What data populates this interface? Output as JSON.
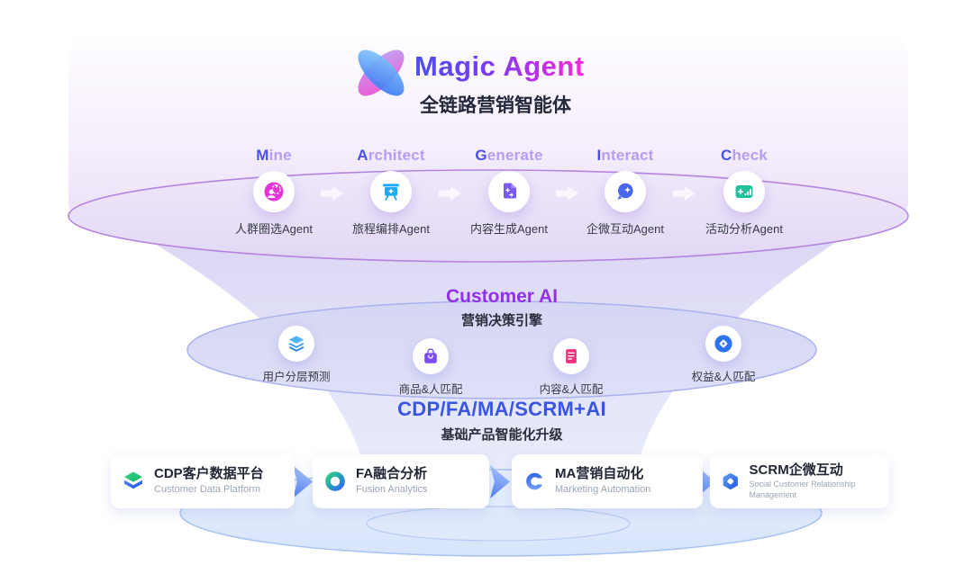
{
  "brand": {
    "title": "Magic Agent",
    "subtitle": "全链路营销智能体"
  },
  "pipeline": {
    "stages": [
      {
        "initial": "M",
        "rest": "ine",
        "agent": "人群圈选Agent"
      },
      {
        "initial": "A",
        "rest": "rchitect",
        "agent": "旅程编排Agent"
      },
      {
        "initial": "G",
        "rest": "enerate",
        "agent": "内容生成Agent"
      },
      {
        "initial": "I",
        "rest": "nteract",
        "agent": "企微互动Agent"
      },
      {
        "initial": "C",
        "rest": "heck",
        "agent": "活动分析Agent"
      }
    ]
  },
  "engine": {
    "title": "Customer AI",
    "subtitle": "营销决策引擎",
    "capabilities": [
      {
        "label": "用户分层预测"
      },
      {
        "label": "商品&人匹配"
      },
      {
        "label": "内容&人匹配"
      },
      {
        "label": "权益&人匹配"
      }
    ]
  },
  "foundation": {
    "title": "CDP/FA/MA/SCRM+AI",
    "subtitle": "基础产品智能化升级",
    "products": [
      {
        "name": "CDP客户数据平台",
        "en": "Customer Data Platform"
      },
      {
        "name": "FA融合分析",
        "en": "Fusion Analytics"
      },
      {
        "name": "MA营销自动化",
        "en": "Marketing Automation"
      },
      {
        "name": "SCRM企微互动",
        "en": "Social Customer Relationship Management"
      }
    ]
  },
  "colors": {
    "title_gradient_start": "#4a4ff0",
    "title_gradient_end": "#f32bd4",
    "stage_initial": "#4a50e8",
    "stage_rest": "#b79df2",
    "customer_ai_purple": "#9130e8",
    "foundation_blue": "#3a55e6",
    "icon_audience": "#e435d8",
    "icon_journey": "#1fa9f6",
    "icon_content": "#7a5bf0",
    "icon_interact": "#4a66f0",
    "icon_check": "#1fc29b",
    "icon_layers": "#2e9df5",
    "icon_bag": "#7b4cf0",
    "icon_content_match": "#f0327e",
    "icon_benefit": "#2e74f0"
  }
}
